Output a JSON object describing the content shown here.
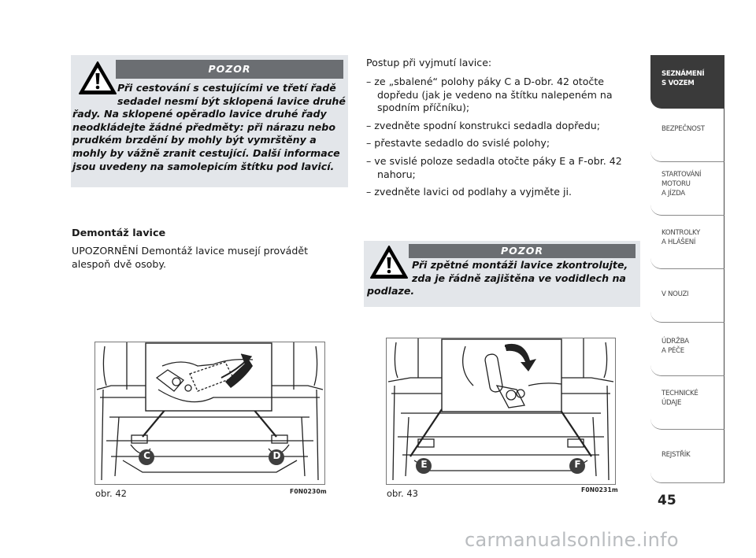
{
  "warning1": {
    "title": "POZOR",
    "line1": "Při cestování s cestujícími ve třetí řadě",
    "line2": "sedadel nesmí být sklopená lavice druhé",
    "rest": "řady. Na sklopené opěradlo lavice druhé řady neodkládejte žádné předměty: při nárazu nebo prudkém brzdění by mohly být vymrštěny a mohly by vážně zranit cestující. Další informace jsou uvedeny na samolepicím štítku pod lavicí."
  },
  "section": {
    "heading": "Demontáž lavice",
    "text": "UPOZORNĚNÍ Demontáž lavice musejí provádět alespoň dvě osoby."
  },
  "procedure": {
    "intro": "Postup při vyjmutí lavice:",
    "steps": [
      "– ze „sbalené“ polohy páky C a D-obr. 42 otočte dopředu (jak je vedeno na štítku nalepeném na spodním příčníku);",
      "– zvedněte spodní konstrukci sedadla dopředu;",
      "– přestavte sedadlo do svislé polohy;",
      "– ve svislé poloze sedadla otočte páky E a F-obr. 42 nahoru;",
      "– zvedněte lavici od podlahy a vyjměte ji."
    ]
  },
  "warning2": {
    "title": "POZOR",
    "line1": "Při zpětné montáži lavice zkontrolujte,",
    "line2": "zda je řádně zajištěna ve vodidlech na",
    "rest": "podlaze."
  },
  "figure42": {
    "caption": "obr. 42",
    "code": "F0N0230m",
    "label_left": "C",
    "label_right": "D"
  },
  "figure43": {
    "caption": "obr. 43",
    "code": "F0N0231m",
    "label_left": "E",
    "label_right": "F"
  },
  "side_tabs": [
    {
      "label": "SEZNÁMENÍ\nS VOZEM",
      "active": true
    },
    {
      "label": "BEZPEČNOST",
      "active": false
    },
    {
      "label": "STARTOVÁNÍ\nMOTORU\nA JÍZDA",
      "active": false
    },
    {
      "label": "KONTROLKY\nA HLÁŠENÍ",
      "active": false
    },
    {
      "label": "V NOUZI",
      "active": false
    },
    {
      "label": "ÚDRŽBA\nA PÉČE",
      "active": false
    },
    {
      "label": "TECHNICKÉ\nÚDAJE",
      "active": false
    },
    {
      "label": "REJSTŘÍK",
      "active": false
    }
  ],
  "page_number": "45",
  "watermark": "carmanualsonline.info",
  "colors": {
    "warning_bg": "#e3e6ea",
    "warning_header": "#6b6e72",
    "badge": "#3f3f3f",
    "active_tab": "#3a3a3a"
  },
  "icons": {
    "warning": "warning-triangle-icon"
  }
}
